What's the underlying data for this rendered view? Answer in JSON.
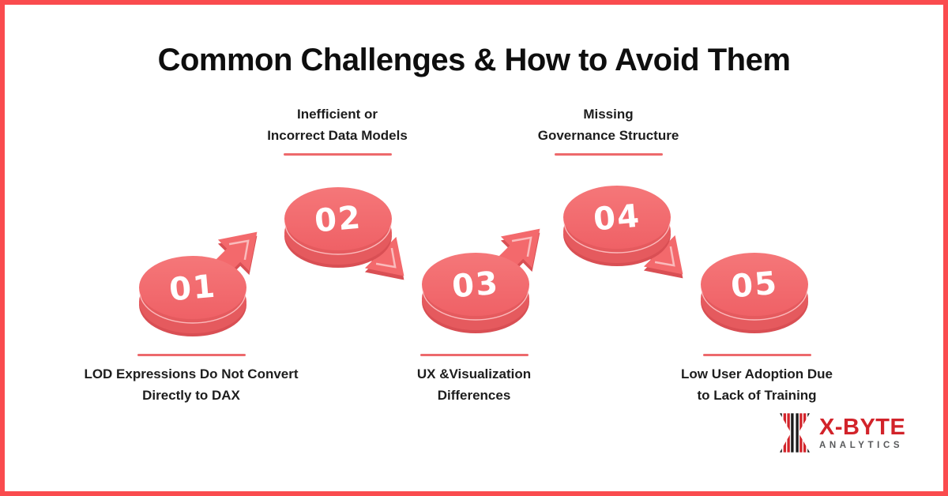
{
  "title": "Common Challenges & How to Avoid Them",
  "steps": [
    {
      "number": "01",
      "label": "LOD Expressions Do Not Convert Directly to DAX",
      "label_lines": [
        "LOD Expressions Do Not Convert",
        "Directly to DAX"
      ],
      "label_position": "bottom",
      "arrow": "up-right"
    },
    {
      "number": "02",
      "label": "Inefficient or Incorrect Data Models",
      "label_lines": [
        "Inefficient or",
        "Incorrect Data Models"
      ],
      "label_position": "top",
      "arrow": "down-right"
    },
    {
      "number": "03",
      "label": "UX &Visualization Differences",
      "label_lines": [
        "UX &Visualization",
        "Differences"
      ],
      "label_position": "bottom",
      "arrow": "up-right"
    },
    {
      "number": "04",
      "label": "Missing Governance Structure",
      "label_lines": [
        "Missing",
        "Governance Structure"
      ],
      "label_position": "top",
      "arrow": "down-right"
    },
    {
      "number": "05",
      "label": "Low User Adoption Due to Lack of Training",
      "label_lines": [
        "Low User Adoption Due",
        "to Lack of Training"
      ],
      "label_position": "bottom",
      "arrow": "none"
    }
  ],
  "logo": {
    "name": "X-BYTE",
    "subtext": "ANALYTICS"
  },
  "colors": {
    "frame_red": "#fa4b4e",
    "badge_face": "#f3696c",
    "badge_side": "#e25558",
    "badge_shadow": "#d94f54",
    "underline": "#ed696c",
    "title_text": "#0e0e0e",
    "label_text": "#1d1d1d",
    "number_text": "#ffffff",
    "logo_red": "#d2232a",
    "logo_gray": "#58595b",
    "background": "#ffffff"
  }
}
